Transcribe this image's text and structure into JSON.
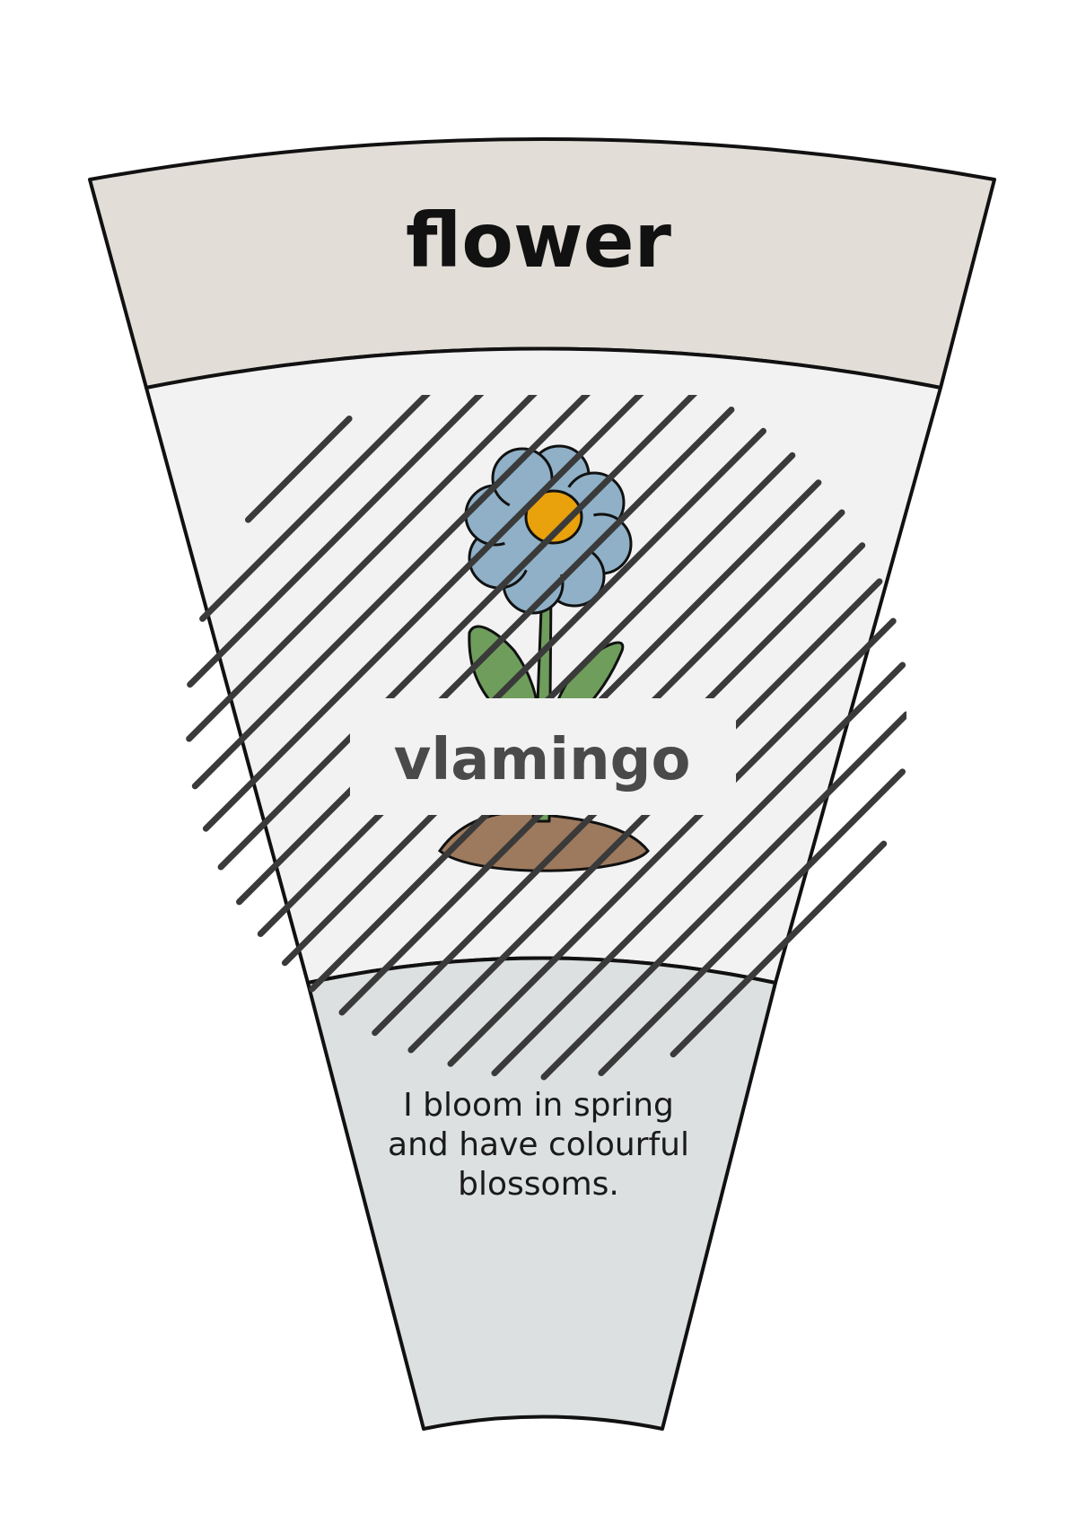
{
  "card": {
    "title": "flower",
    "description": "I bloom in spring and have colourful blossoms.",
    "watermark": "vlamingo",
    "illustration_icon": "flower-icon"
  },
  "colors": {
    "header_band": "#e2ddd7",
    "picture_area": "#f2f2f2",
    "text_area": "#dce0e0",
    "outline": "#111111",
    "petals": "#8fb0c6",
    "flower_center": "#e9a10c",
    "stem_leaves": "#6f9d5c",
    "soil": "#9d7a5e",
    "hatch_lines": "#3a3a3a"
  }
}
